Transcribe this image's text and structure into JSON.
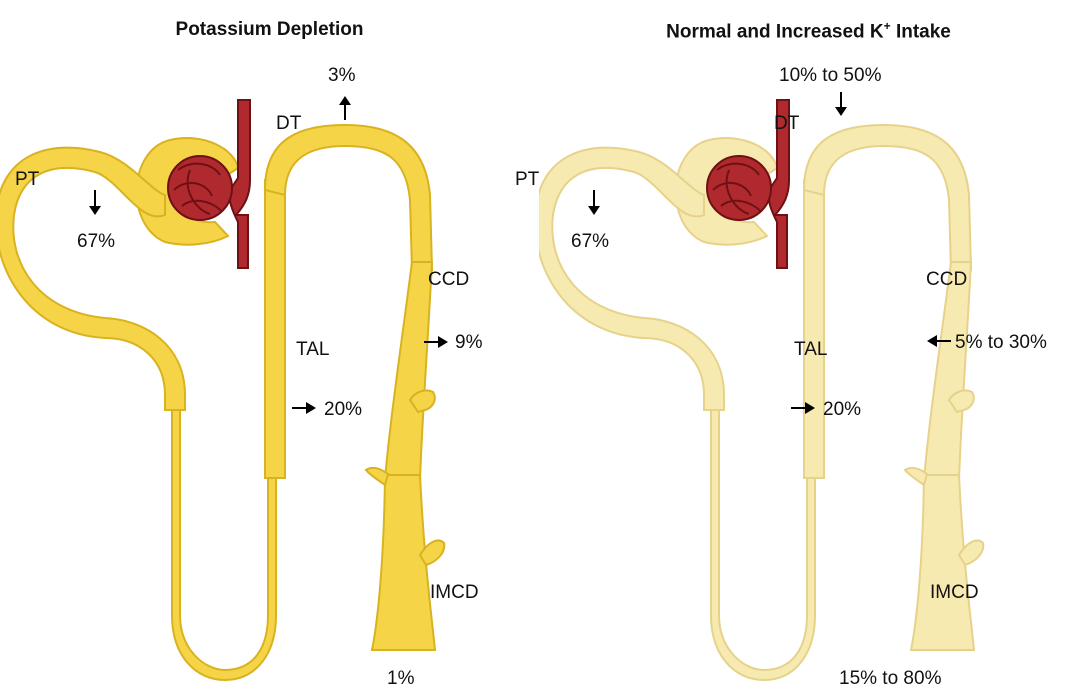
{
  "panels": {
    "left": {
      "title": "Potassium Depletion",
      "labels": {
        "pt": "PT",
        "dt": "DT",
        "tal": "TAL",
        "ccd": "CCD",
        "imcd": "IMCD",
        "pt_value": "67%",
        "dt_value": "3%",
        "tal_value": "20%",
        "ccd_value": "9%",
        "imcd_value": "1%"
      },
      "arrows": {
        "pt": "reabsorption",
        "dt": "reabsorption",
        "tal": "reabsorption",
        "ccd": "reabsorption"
      },
      "tubule_color": "#f5d547"
    },
    "right": {
      "title_main": "Normal and Increased K",
      "title_sup": "+",
      "title_end": " Intake",
      "labels": {
        "pt": "PT",
        "dt": "DT",
        "tal": "TAL",
        "ccd": "CCD",
        "imcd": "IMCD",
        "pt_value": "67%",
        "dt_value": "10% to 50%",
        "tal_value": "20%",
        "ccd_value": "5% to 30%",
        "imcd_value": "15% to 80%"
      },
      "arrows": {
        "pt": "reabsorption",
        "dt": "secretion",
        "tal": "reabsorption",
        "ccd": "secretion"
      },
      "tubule_color": "#f7eab0"
    }
  },
  "colors": {
    "vessel": "#b0292e",
    "vessel_dark": "#6e1114",
    "outline_left": "#d9b21f",
    "outline_right": "#e6d28a"
  }
}
